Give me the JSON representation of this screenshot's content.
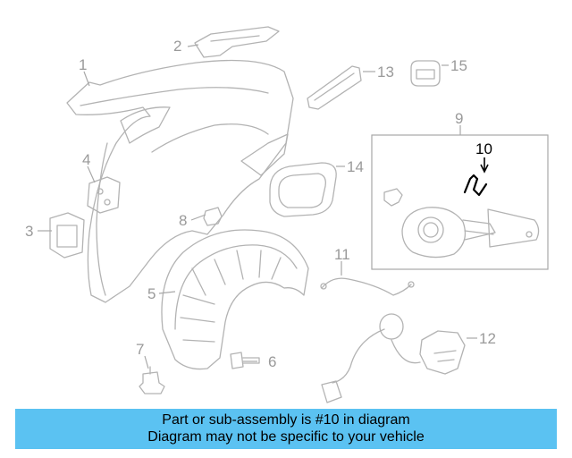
{
  "diagram": {
    "callouts": [
      "1",
      "2",
      "3",
      "4",
      "5",
      "6",
      "7",
      "8",
      "9",
      "10",
      "11",
      "12",
      "13",
      "14",
      "15"
    ],
    "highlighted_callout": "10"
  },
  "banner": {
    "line1": "Part or sub-assembly is #10 in diagram",
    "line2": "Diagram may not be specific to your vehicle",
    "color": "#5bc2f2"
  }
}
